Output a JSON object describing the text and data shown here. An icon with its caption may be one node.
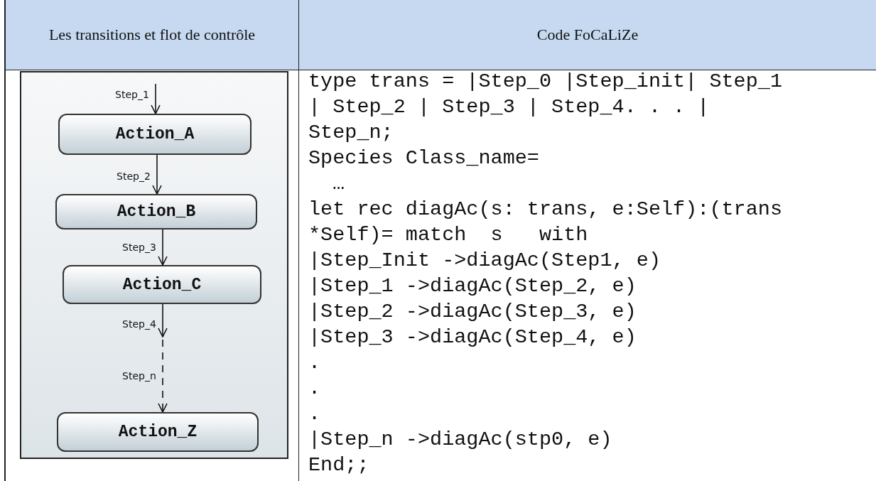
{
  "diagram": {
    "nodes": [
      {
        "text": [
          "Action_A"
        ]
      },
      {
        "text": [
          "Action_B"
        ]
      },
      {
        "text": [
          "Action_C"
        ]
      },
      {
        "text": [
          "Action_Z"
        ]
      }
    ],
    "edges": [
      {
        "from": null,
        "to": 0,
        "arrow": "to",
        "label": "Step_1"
      },
      {
        "from": 0,
        "to": 1,
        "arrow": "to",
        "label": "Step_2"
      },
      {
        "from": 1,
        "to": 2,
        "arrow": "to",
        "label": "Step_3"
      },
      {
        "from": 2,
        "to": null,
        "arrow": "to",
        "label": "Step_4"
      },
      {
        "from": null,
        "to": 3,
        "arrow": "to",
        "label": "Step_n",
        "style": "dashed"
      }
    ],
    "labels": [
      "Les transitions et flot de contrôle",
      "Code FoCaLiZe",
      "type trans = |Step_0 |Step_init| Step_1",
      "| Step_2 | Step_3 | Step_4. . . |",
      "Step_n;",
      "Species Class_name=",
      "…",
      "let rec diagAc(s: trans, e:Self):(trans",
      "*Self)= match  s   with",
      "|Step_Init ->diagAc(Step1, e)",
      "|Step_1 ->diagAc(Step_2, e)",
      "|Step_2 ->diagAc(Step_3, e)",
      "|Step_3 ->diagAc(Step_4, e)",
      ".",
      ".",
      ".",
      "|Step_n ->diagAc(stp0, e)",
      "End;;"
    ]
  }
}
